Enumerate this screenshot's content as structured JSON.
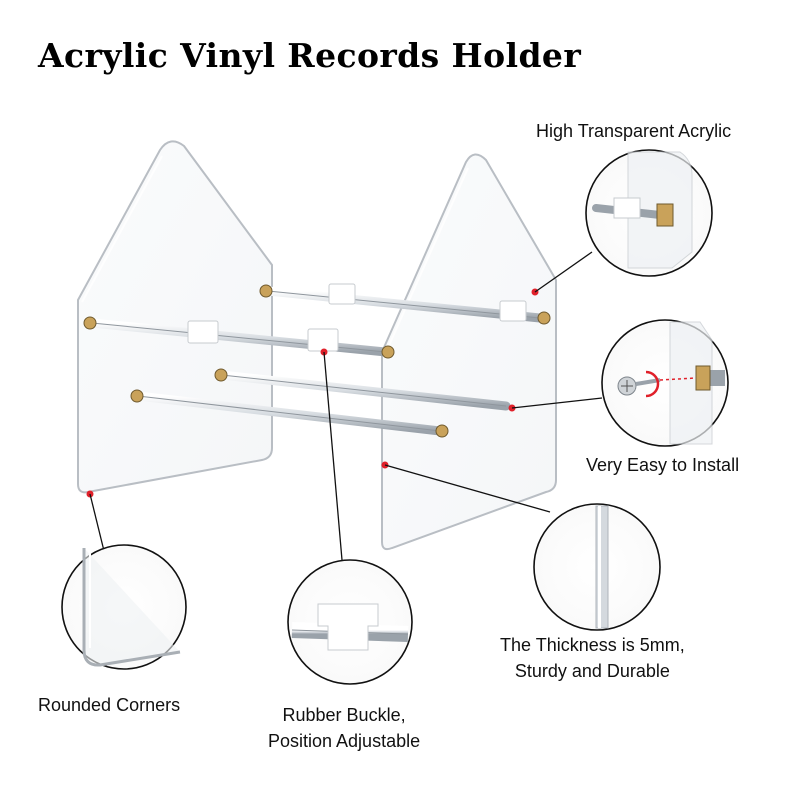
{
  "title": "Acrylic Vinyl Records Holder",
  "callouts": {
    "acrylic": "High Transparent Acrylic",
    "install": "Very Easy to Install",
    "thickness_line1": "The Thickness is 5mm,",
    "thickness_line2": "Sturdy and Durable",
    "corners": "Rounded Corners",
    "buckle_line1": "Rubber Buckle,",
    "buckle_line2": "Position Adjustable"
  },
  "colors": {
    "acrylic_edge": "#b9bec4",
    "rod_metal": "#c9a25a",
    "marker": "#e0202a"
  }
}
